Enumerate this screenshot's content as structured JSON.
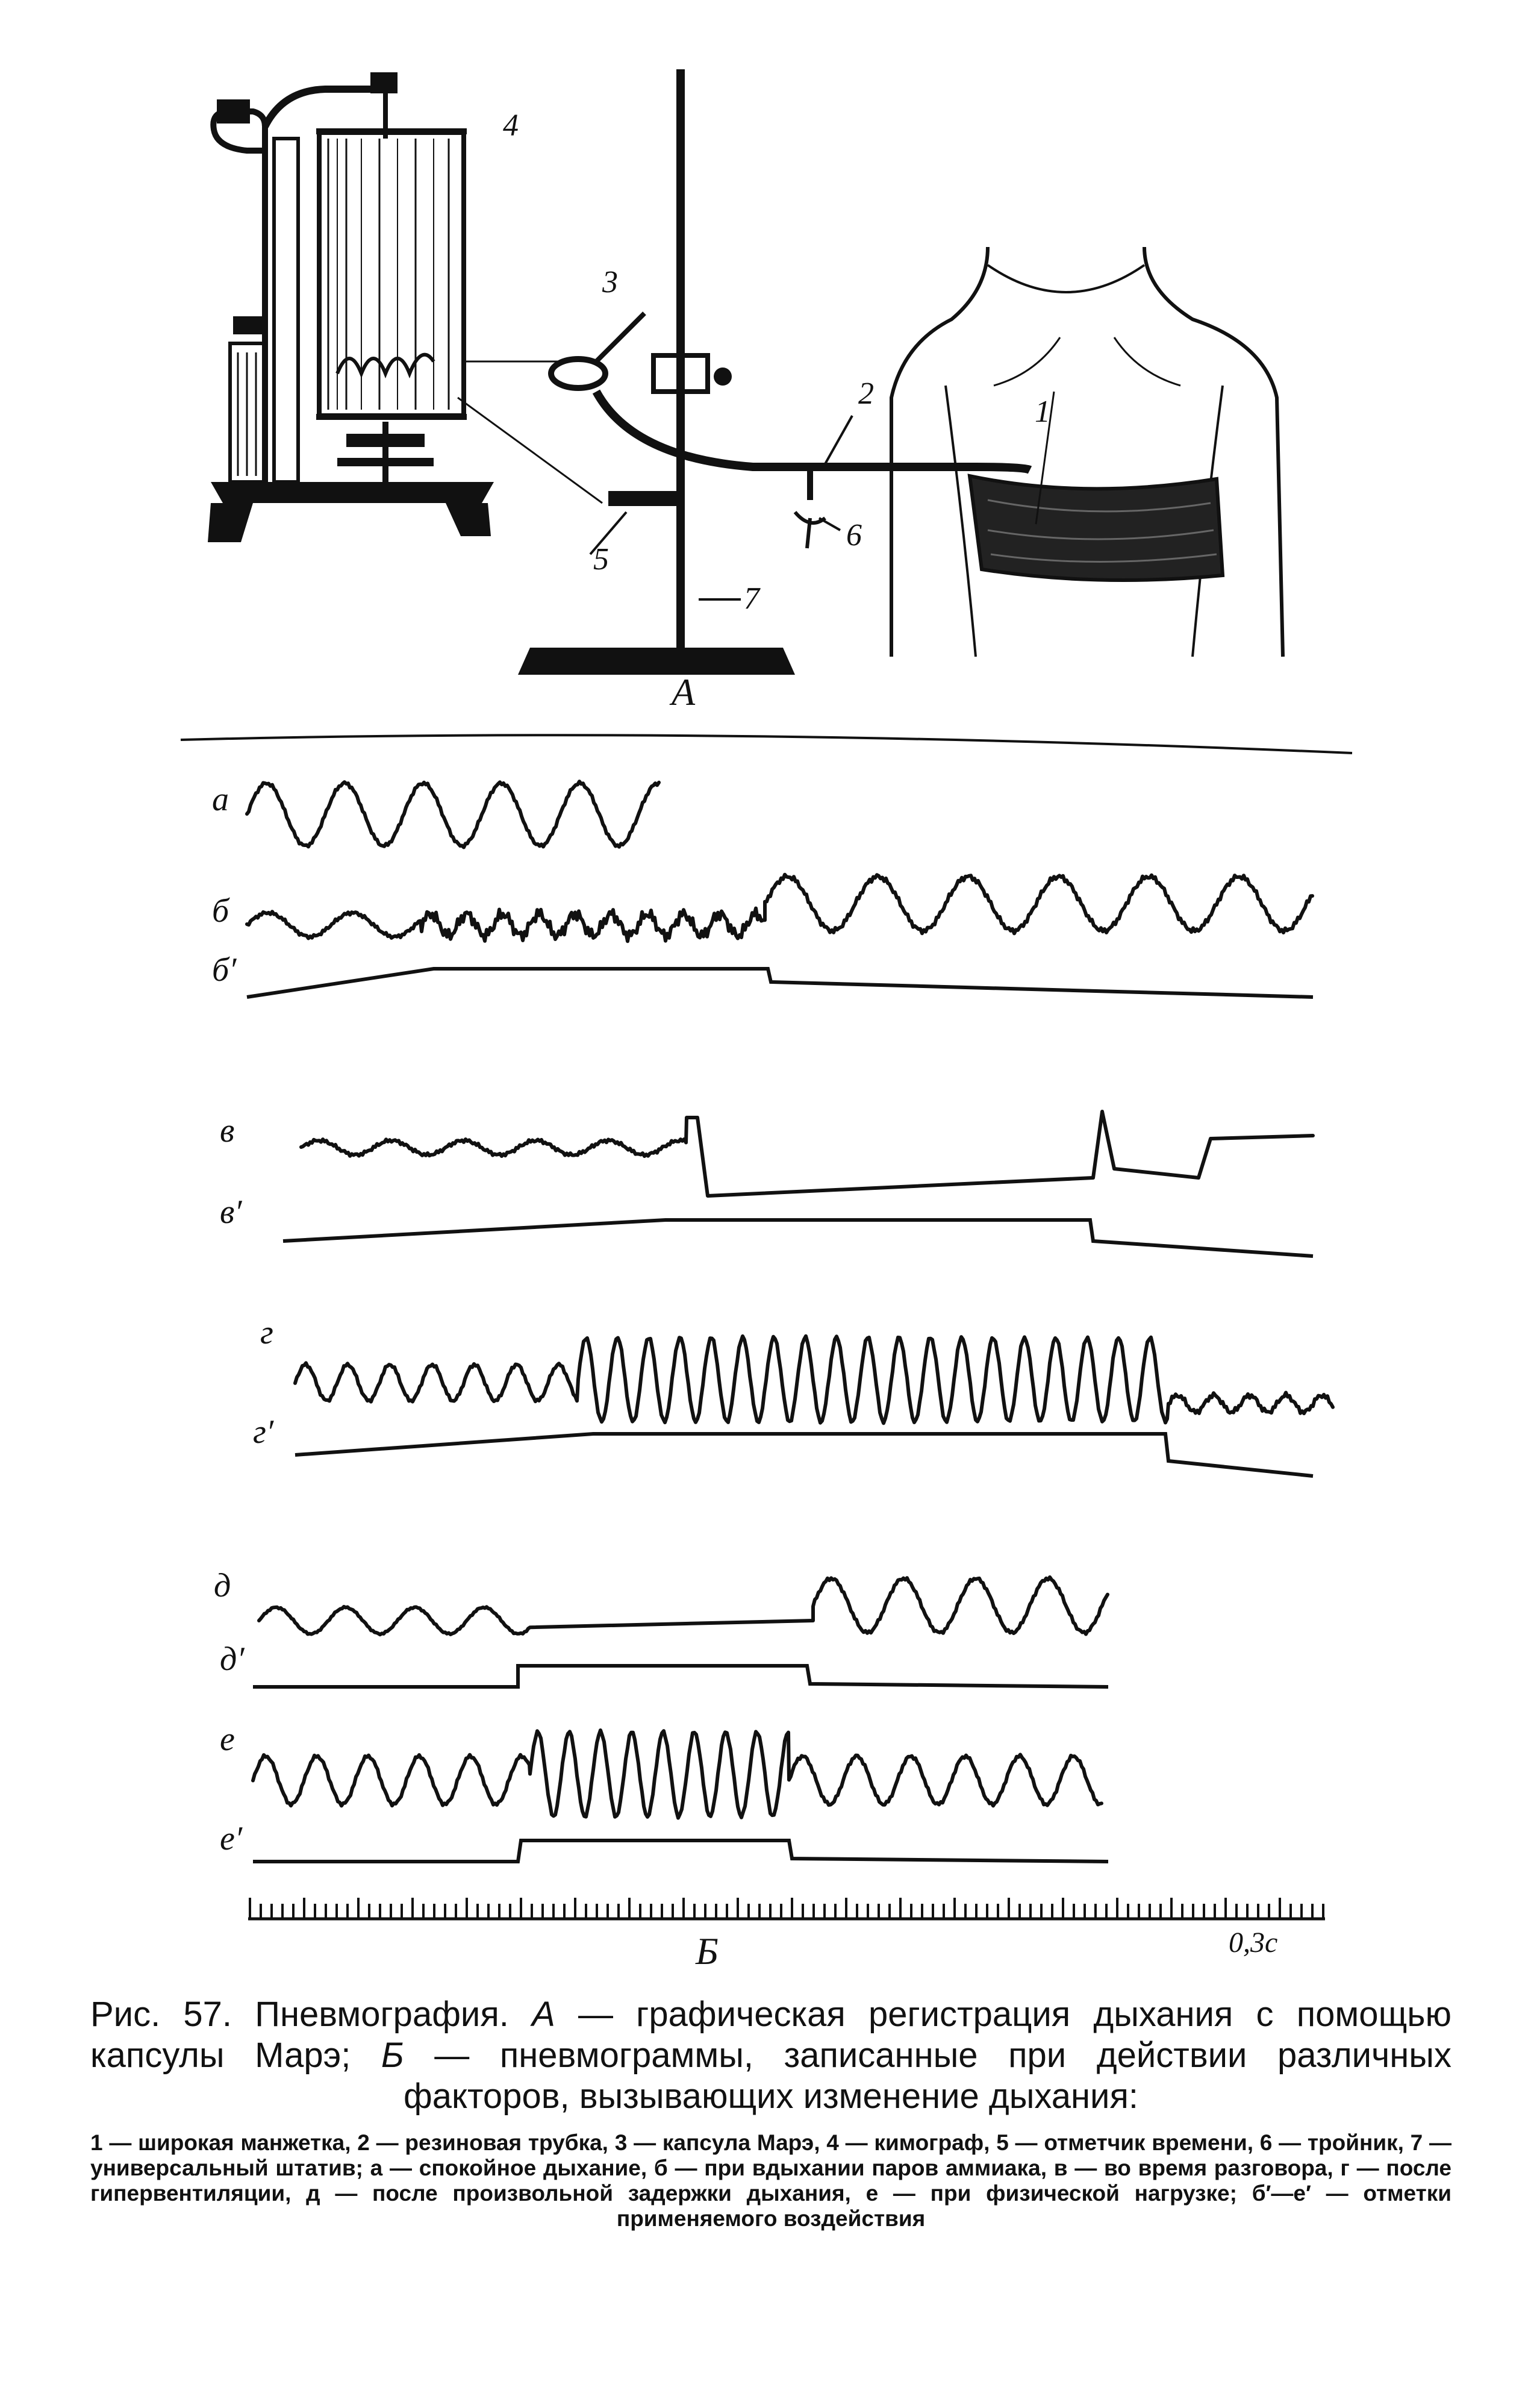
{
  "figure": {
    "apparatus": {
      "panel_letter": "А",
      "numbers": [
        "1",
        "2",
        "3",
        "4",
        "5",
        "6",
        "7"
      ]
    },
    "pneumograms": {
      "panel_letter": "Б",
      "time_scale_label": "0,3с",
      "traces": [
        {
          "label": "а"
        },
        {
          "label": "б"
        },
        {
          "label": "б′"
        },
        {
          "label": "в"
        },
        {
          "label": "в′"
        },
        {
          "label": "г"
        },
        {
          "label": "г′"
        },
        {
          "label": "д"
        },
        {
          "label": "д′"
        },
        {
          "label": "е"
        },
        {
          "label": "е′"
        }
      ]
    }
  },
  "caption": {
    "prefix": "Рис. 57. Пневмография. ",
    "a_letter": "А",
    "a_text": " — графическая регистрация дыхания с помощью капсулы Марэ; ",
    "b_letter": "Б",
    "b_text": " — пневмограммы, записанные при действии различных факторов, вызывающих изменение дыхания:",
    "legend": "1 — широкая манжетка, 2 — резиновая трубка, 3 — капсула Марэ, 4 — кимограф, 5 — отметчик времени, 6 — тройник, 7 — универсальный штатив; а — спокойное дыхание, б — при вдыхании паров аммиака, в — во время разговора, г — после гипервентиляции, д — после произвольной задержки дыхания, е — при физической нагрузке; б′—е′ — отметки применяемого воздействия"
  }
}
